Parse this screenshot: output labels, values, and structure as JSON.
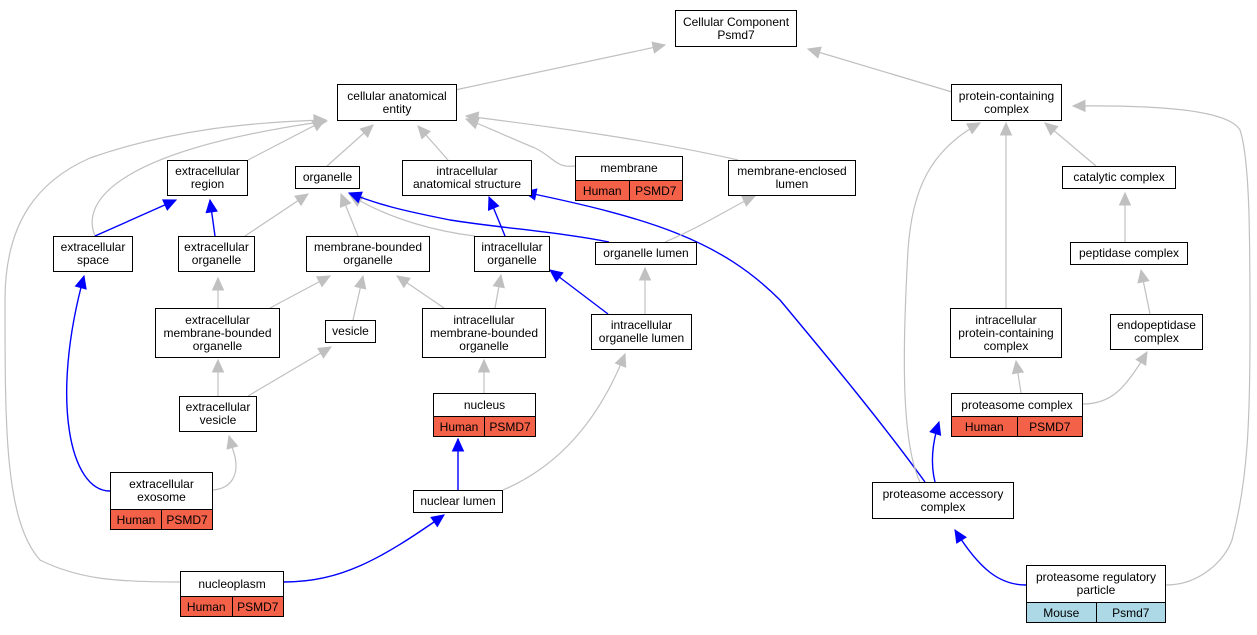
{
  "colors": {
    "human_annotation": "#f26148",
    "mouse_annotation": "#add8e6",
    "gray_edge": "#c0c0c0",
    "blue_edge": "#0000ff"
  },
  "nodes": {
    "root": {
      "label": "Cellular Component\nPsmd7"
    },
    "cae": {
      "label": "cellular anatomical\nentity"
    },
    "pcc": {
      "label": "protein-containing\ncomplex"
    },
    "exreg": {
      "label": "extracellular\nregion"
    },
    "organelle": {
      "label": "organelle"
    },
    "ias": {
      "label": "intracellular\nanatomical structure"
    },
    "membrane": {
      "label": "membrane",
      "species": "Human",
      "gene": "PSMD7"
    },
    "mel": {
      "label": "membrane-enclosed\nlumen"
    },
    "catcomp": {
      "label": "catalytic complex"
    },
    "exspace": {
      "label": "extracellular\nspace"
    },
    "exorg": {
      "label": "extracellular\norganelle"
    },
    "mbo": {
      "label": "membrane-bounded\norganelle"
    },
    "intorg": {
      "label": "intracellular\norganelle"
    },
    "orglumen": {
      "label": "organelle lumen"
    },
    "pepcomp": {
      "label": "peptidase complex"
    },
    "exmbo": {
      "label": "extracellular\nmembrane-bounded\norganelle"
    },
    "vesicle": {
      "label": "vesicle"
    },
    "intmbo": {
      "label": "intracellular\nmembrane-bounded\norganelle"
    },
    "intorglumen": {
      "label": "intracellular\norganelle lumen"
    },
    "ipcc": {
      "label": "intracellular\nprotein-containing\ncomplex"
    },
    "endopep": {
      "label": "endopeptidase\ncomplex"
    },
    "exves": {
      "label": "extracellular\nvesicle"
    },
    "nucleus": {
      "label": "nucleus",
      "species": "Human",
      "gene": "PSMD7"
    },
    "proteasome": {
      "label": "proteasome complex",
      "species": "Human",
      "gene": "PSMD7"
    },
    "exosome": {
      "label": "extracellular\nexosome",
      "species": "Human",
      "gene": "PSMD7"
    },
    "nuclumen": {
      "label": "nuclear lumen"
    },
    "pac": {
      "label": "proteasome accessory\ncomplex"
    },
    "nucleoplasm": {
      "label": "nucleoplasm",
      "species": "Human",
      "gene": "PSMD7"
    },
    "prp": {
      "label": "proteasome regulatory\nparticle",
      "species": "Mouse",
      "gene": "Psmd7"
    }
  },
  "edges": [
    {
      "from": "cae",
      "to": "root",
      "kind": "is_a"
    },
    {
      "from": "pcc",
      "to": "root",
      "kind": "is_a"
    },
    {
      "from": "exreg",
      "to": "cae",
      "kind": "is_a"
    },
    {
      "from": "organelle",
      "to": "cae",
      "kind": "is_a"
    },
    {
      "from": "ias",
      "to": "cae",
      "kind": "is_a"
    },
    {
      "from": "membrane",
      "to": "cae",
      "kind": "is_a"
    },
    {
      "from": "mel",
      "to": "cae",
      "kind": "is_a"
    },
    {
      "from": "exspace",
      "to": "cae",
      "kind": "is_a"
    },
    {
      "from": "nucleoplasm",
      "to": "cae",
      "kind": "is_a"
    },
    {
      "from": "exspace",
      "to": "exreg",
      "kind": "part_of"
    },
    {
      "from": "exorg",
      "to": "exreg",
      "kind": "part_of"
    },
    {
      "from": "exorg",
      "to": "organelle",
      "kind": "is_a"
    },
    {
      "from": "mbo",
      "to": "organelle",
      "kind": "is_a"
    },
    {
      "from": "intorg",
      "to": "organelle",
      "kind": "is_a"
    },
    {
      "from": "orglumen",
      "to": "organelle",
      "kind": "part_of"
    },
    {
      "from": "intorg",
      "to": "ias",
      "kind": "part_of"
    },
    {
      "from": "pac",
      "to": "ias",
      "kind": "part_of"
    },
    {
      "from": "orglumen",
      "to": "mel",
      "kind": "is_a"
    },
    {
      "from": "exmbo",
      "to": "exorg",
      "kind": "is_a"
    },
    {
      "from": "exmbo",
      "to": "mbo",
      "kind": "is_a"
    },
    {
      "from": "vesicle",
      "to": "mbo",
      "kind": "is_a"
    },
    {
      "from": "intmbo",
      "to": "mbo",
      "kind": "is_a"
    },
    {
      "from": "intmbo",
      "to": "intorg",
      "kind": "is_a"
    },
    {
      "from": "intorglumen",
      "to": "intorg",
      "kind": "part_of"
    },
    {
      "from": "intorglumen",
      "to": "orglumen",
      "kind": "is_a"
    },
    {
      "from": "exves",
      "to": "exmbo",
      "kind": "is_a"
    },
    {
      "from": "exves",
      "to": "vesicle",
      "kind": "is_a"
    },
    {
      "from": "nucleus",
      "to": "intmbo",
      "kind": "is_a"
    },
    {
      "from": "exosome",
      "to": "exves",
      "kind": "is_a"
    },
    {
      "from": "exosome",
      "to": "exspace",
      "kind": "part_of"
    },
    {
      "from": "nuclumen",
      "to": "intorglumen",
      "kind": "is_a"
    },
    {
      "from": "nuclumen",
      "to": "nucleus",
      "kind": "part_of"
    },
    {
      "from": "nucleoplasm",
      "to": "nuclumen",
      "kind": "part_of"
    },
    {
      "from": "catcomp",
      "to": "pcc",
      "kind": "is_a"
    },
    {
      "from": "ipcc",
      "to": "pcc",
      "kind": "is_a"
    },
    {
      "from": "pac",
      "to": "pcc",
      "kind": "is_a"
    },
    {
      "from": "prp",
      "to": "pcc",
      "kind": "is_a"
    },
    {
      "from": "pepcomp",
      "to": "catcomp",
      "kind": "is_a"
    },
    {
      "from": "endopep",
      "to": "pepcomp",
      "kind": "is_a"
    },
    {
      "from": "proteasome",
      "to": "ipcc",
      "kind": "is_a"
    },
    {
      "from": "proteasome",
      "to": "endopep",
      "kind": "is_a"
    },
    {
      "from": "pac",
      "to": "proteasome",
      "kind": "part_of"
    },
    {
      "from": "prp",
      "to": "pac",
      "kind": "part_of"
    }
  ]
}
